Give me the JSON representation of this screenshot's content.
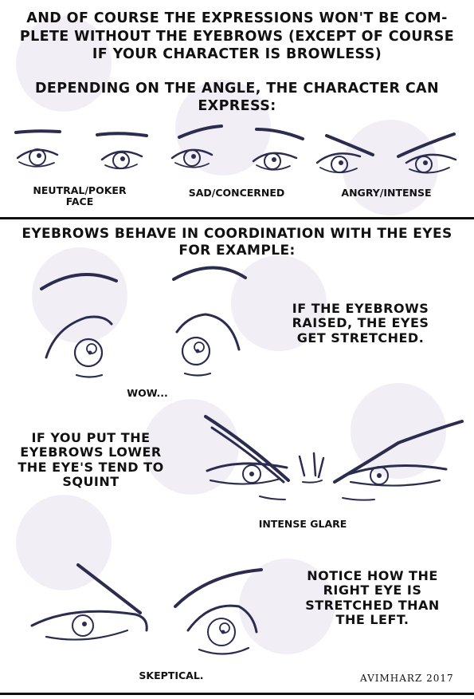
{
  "intro": {
    "line1": "And of course the expressions won't be com-",
    "line2": "plete without the eyebrows (except of course",
    "line3": "if your character is browless)",
    "depend1": "Depending on the angle, the character can",
    "depend2": "express:"
  },
  "captions": {
    "neutral": "Neutral/Poker\nface",
    "sad": "Sad/Concerned",
    "angry": "Angry/Intense"
  },
  "section2": {
    "head1": "Eyebrows behave in coordination with the eyes",
    "head2": "for example:",
    "raised": "If the eyebrows\nraised, the eyes\nget stretched.",
    "wow": "Wow...",
    "lower": "If you put the\neyebrows lower\nthe eye's tend to\nsquint",
    "glare": "Intense glare",
    "notice": "Notice how the\nright eye is\nstretched than\nthe left.",
    "skeptical": "Skeptical."
  },
  "credit": "Avimharz 2017",
  "colors": {
    "ink": "#2c2c4f",
    "text": "#111111",
    "watermark": "#f1eef5"
  }
}
